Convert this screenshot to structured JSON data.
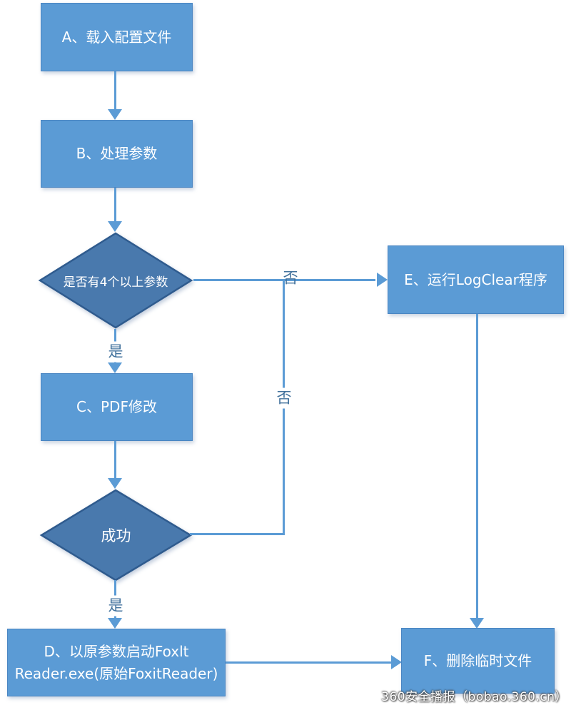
{
  "colors": {
    "box-fill": "#5B9BD5",
    "box-border": "#4A85C2",
    "diamond-fill": "#4979AD",
    "diamond-border": "#2F5B8E",
    "line": "#5B9BD5",
    "label": "#41719C",
    "node-text": "#FFFFFF"
  },
  "nodes": {
    "a": {
      "label": "A、载入配置文件"
    },
    "b": {
      "label": "B、处理参数"
    },
    "decision_params": {
      "label": "是否有4个以上参数"
    },
    "c": {
      "label": "C、PDF修改"
    },
    "decision_success": {
      "label": "成功"
    },
    "d": {
      "line1": "D、以原参数启动Foxlt",
      "line2": "Reader.exe(原始FoxitReader)"
    },
    "e": {
      "label": "E、运行LogClear程序"
    },
    "f": {
      "label": "F、删除临时文件"
    }
  },
  "edge_labels": {
    "params_yes": "是",
    "params_no": "否",
    "success_yes": "是",
    "success_no": "否"
  },
  "watermark": "360安全播报（bobao.360.cn）"
}
